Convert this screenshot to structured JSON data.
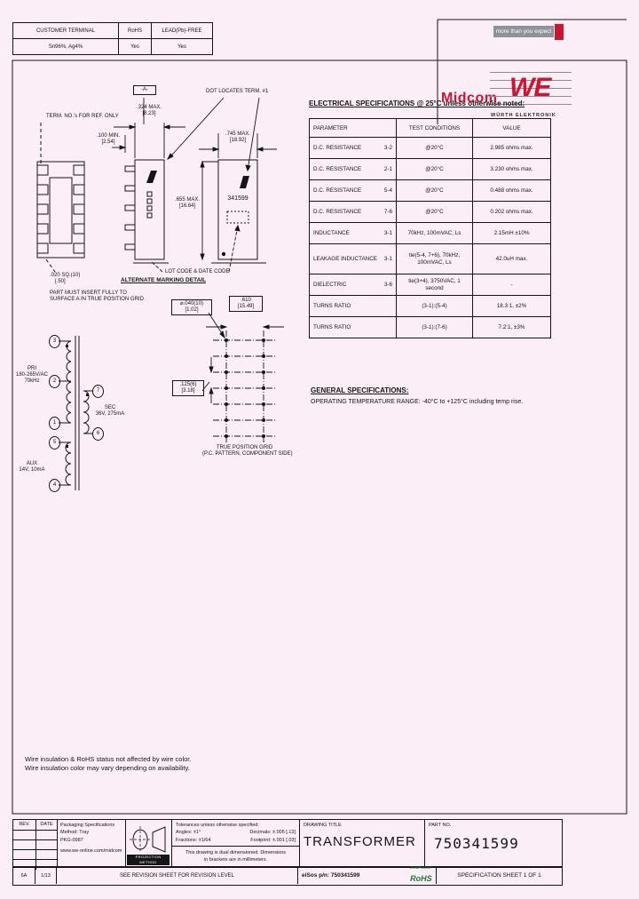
{
  "page": {
    "bg": "#fbeef6"
  },
  "terminal_table": {
    "col1_header": "CUSTOMER TERMINAL",
    "col2_header": "RoHS",
    "col3_header": "LEAD(Pb)-FREE",
    "col1_value": "Sn96%, Ag4%",
    "col2_value": "Yes",
    "col3_value": "Yes"
  },
  "brand": {
    "banner_text": "more than you expect",
    "midcom": "Midcom",
    "we_monogram": "WE",
    "we_name": "WÜRTH ELEKTRONIK"
  },
  "electrical": {
    "title": "ELECTRICAL SPECIFICATIONS @ 25°C unless otherwise noted:",
    "headers": {
      "parameter": "PARAMETER",
      "conditions": "TEST CONDITIONS",
      "value": "VALUE"
    },
    "rows": [
      {
        "parameter": "D.C. RESISTANCE",
        "pins": "3-2",
        "conditions": "@20°C",
        "value": "2.985 ohms max."
      },
      {
        "parameter": "D.C. RESISTANCE",
        "pins": "2-1",
        "conditions": "@20°C",
        "value": "3.230 ohms max."
      },
      {
        "parameter": "D.C. RESISTANCE",
        "pins": "5-4",
        "conditions": "@20°C",
        "value": "0.488 ohms max."
      },
      {
        "parameter": "D.C. RESISTANCE",
        "pins": "7-6",
        "conditions": "@20°C",
        "value": "0.202 ohms max."
      },
      {
        "parameter": "INDUCTANCE",
        "pins": "3-1",
        "conditions": "70kHz, 100mVAC, Ls",
        "value": "2.15mH ±10%"
      },
      {
        "parameter": "LEAKAGE INDUCTANCE",
        "pins": "3-1",
        "conditions": "tie(5-4, 7+6), 70kHz, 100mVAC, Ls",
        "value": "42.0uH max."
      },
      {
        "parameter": "DIELECTRIC",
        "pins": "3-6",
        "conditions": "tie(3+4), 3750VAC, 1 second",
        "value": "-"
      },
      {
        "parameter": "TURNS RATIO",
        "pins": "",
        "conditions": "(3-1):(5-4)",
        "value": "18.3:1, ±2%"
      },
      {
        "parameter": "TURNS RATIO",
        "pins": "",
        "conditions": "(3-1):(7-6)",
        "value": "7.2:1, ±3%"
      }
    ]
  },
  "general": {
    "title": "GENERAL SPECIFICATIONS:",
    "text": "OPERATING TEMPERATURE RANGE: -40°C to +125°C including temp rise."
  },
  "drawing": {
    "datum": "-A-",
    "term_ref": "TERM. NO.'s FOR REF. ONLY",
    "dot_locates": "DOT LOCATES TERM. #1",
    "dim_324": ".324 MAX.",
    "dim_324_mm": "[8.23]",
    "dim_100": ".100 MIN.",
    "dim_100_mm": "[2.54]",
    "dim_745": ".745 MAX.",
    "dim_745_mm": "[18.92]",
    "dim_655": ".655 MAX.",
    "dim_655_mm": "[16.64]",
    "marking": "341599",
    "lot_code": "LOT CODE & DATE CODE",
    "alt_marking": "ALTERNATE MARKING DETAIL",
    "pin_sq": ".020 SQ.(10)",
    "pin_sq_mm": "[.50]",
    "insert_note1": "PART MUST INSERT FULLY TO",
    "insert_note2": "SURFACE A IN TRUE POSITION GRID",
    "hole": "⌀.040(10)",
    "hole_mm": "[1.02]",
    "dim_610": ".610",
    "dim_610_mm": "[15.49]",
    "dim_125": ".125(6)",
    "dim_125_mm": "[3.18]",
    "grid_caption1": "TRUE POSITION GRID",
    "grid_caption2": "(P.C. PATTERN, COMPONENT SIDE)"
  },
  "schematic": {
    "pri_label": "PRI",
    "pri_voltage": "180-265V/AC",
    "pri_freq": "70kHz",
    "sec_label": "SEC",
    "sec_rating": "36V, 275mA",
    "aux_label": "AUX",
    "aux_rating": "14V, 10mA",
    "pins": {
      "p3": "3",
      "p2": "2",
      "p1": "1",
      "p5": "5",
      "p4": "4",
      "p7": "7",
      "p6": "6"
    }
  },
  "notes": {
    "line1": "Wire insulation & RoHS status not affected by wire color.",
    "line2": "Wire insulation color may vary depending on availability."
  },
  "titleblock": {
    "rev_header": "REV.",
    "date_header": "DATE",
    "rev": "6A",
    "date": "1/13",
    "pkg_line1": "Packaging Specifications",
    "pkg_line2": "Method:  Tray",
    "pkg_line3": "PKG-0987",
    "pkg_line4": "www.we-online.com/midcom",
    "revision_note": "SEE REVISION SHEET FOR REVISION LEVEL",
    "projection_caption": "PROJECTION METHOD",
    "tol_title": "Tolerances unless otherwise specified:",
    "tol_angles": "Angles: ±1°",
    "tol_decimals": "Decimals: ±.005 [.13]",
    "tol_fractions": "Fractions: ±1/64",
    "tol_footprint": "Footprint: ±.001 [.03]",
    "dual_note1": "This drawing is dual dimensioned.  Dimensions",
    "dual_note2": "in brackets are in millimeters.",
    "drawing_title_label": "DRAWING TITLE",
    "drawing_title": "TRANSFORMER",
    "part_no_label": "PART NO.",
    "part_no": "750341599",
    "eisos": "eiSos p/n: 750341599",
    "rohs_compliant": "COMPLIANT",
    "rohs": "RoHS",
    "sheet": "SPECIFICATION SHEET  1  OF  1"
  },
  "colors": {
    "red": "#cf1330",
    "banner_gray": "#8d939a",
    "green": "#1e7a34",
    "ink": "#151515"
  }
}
